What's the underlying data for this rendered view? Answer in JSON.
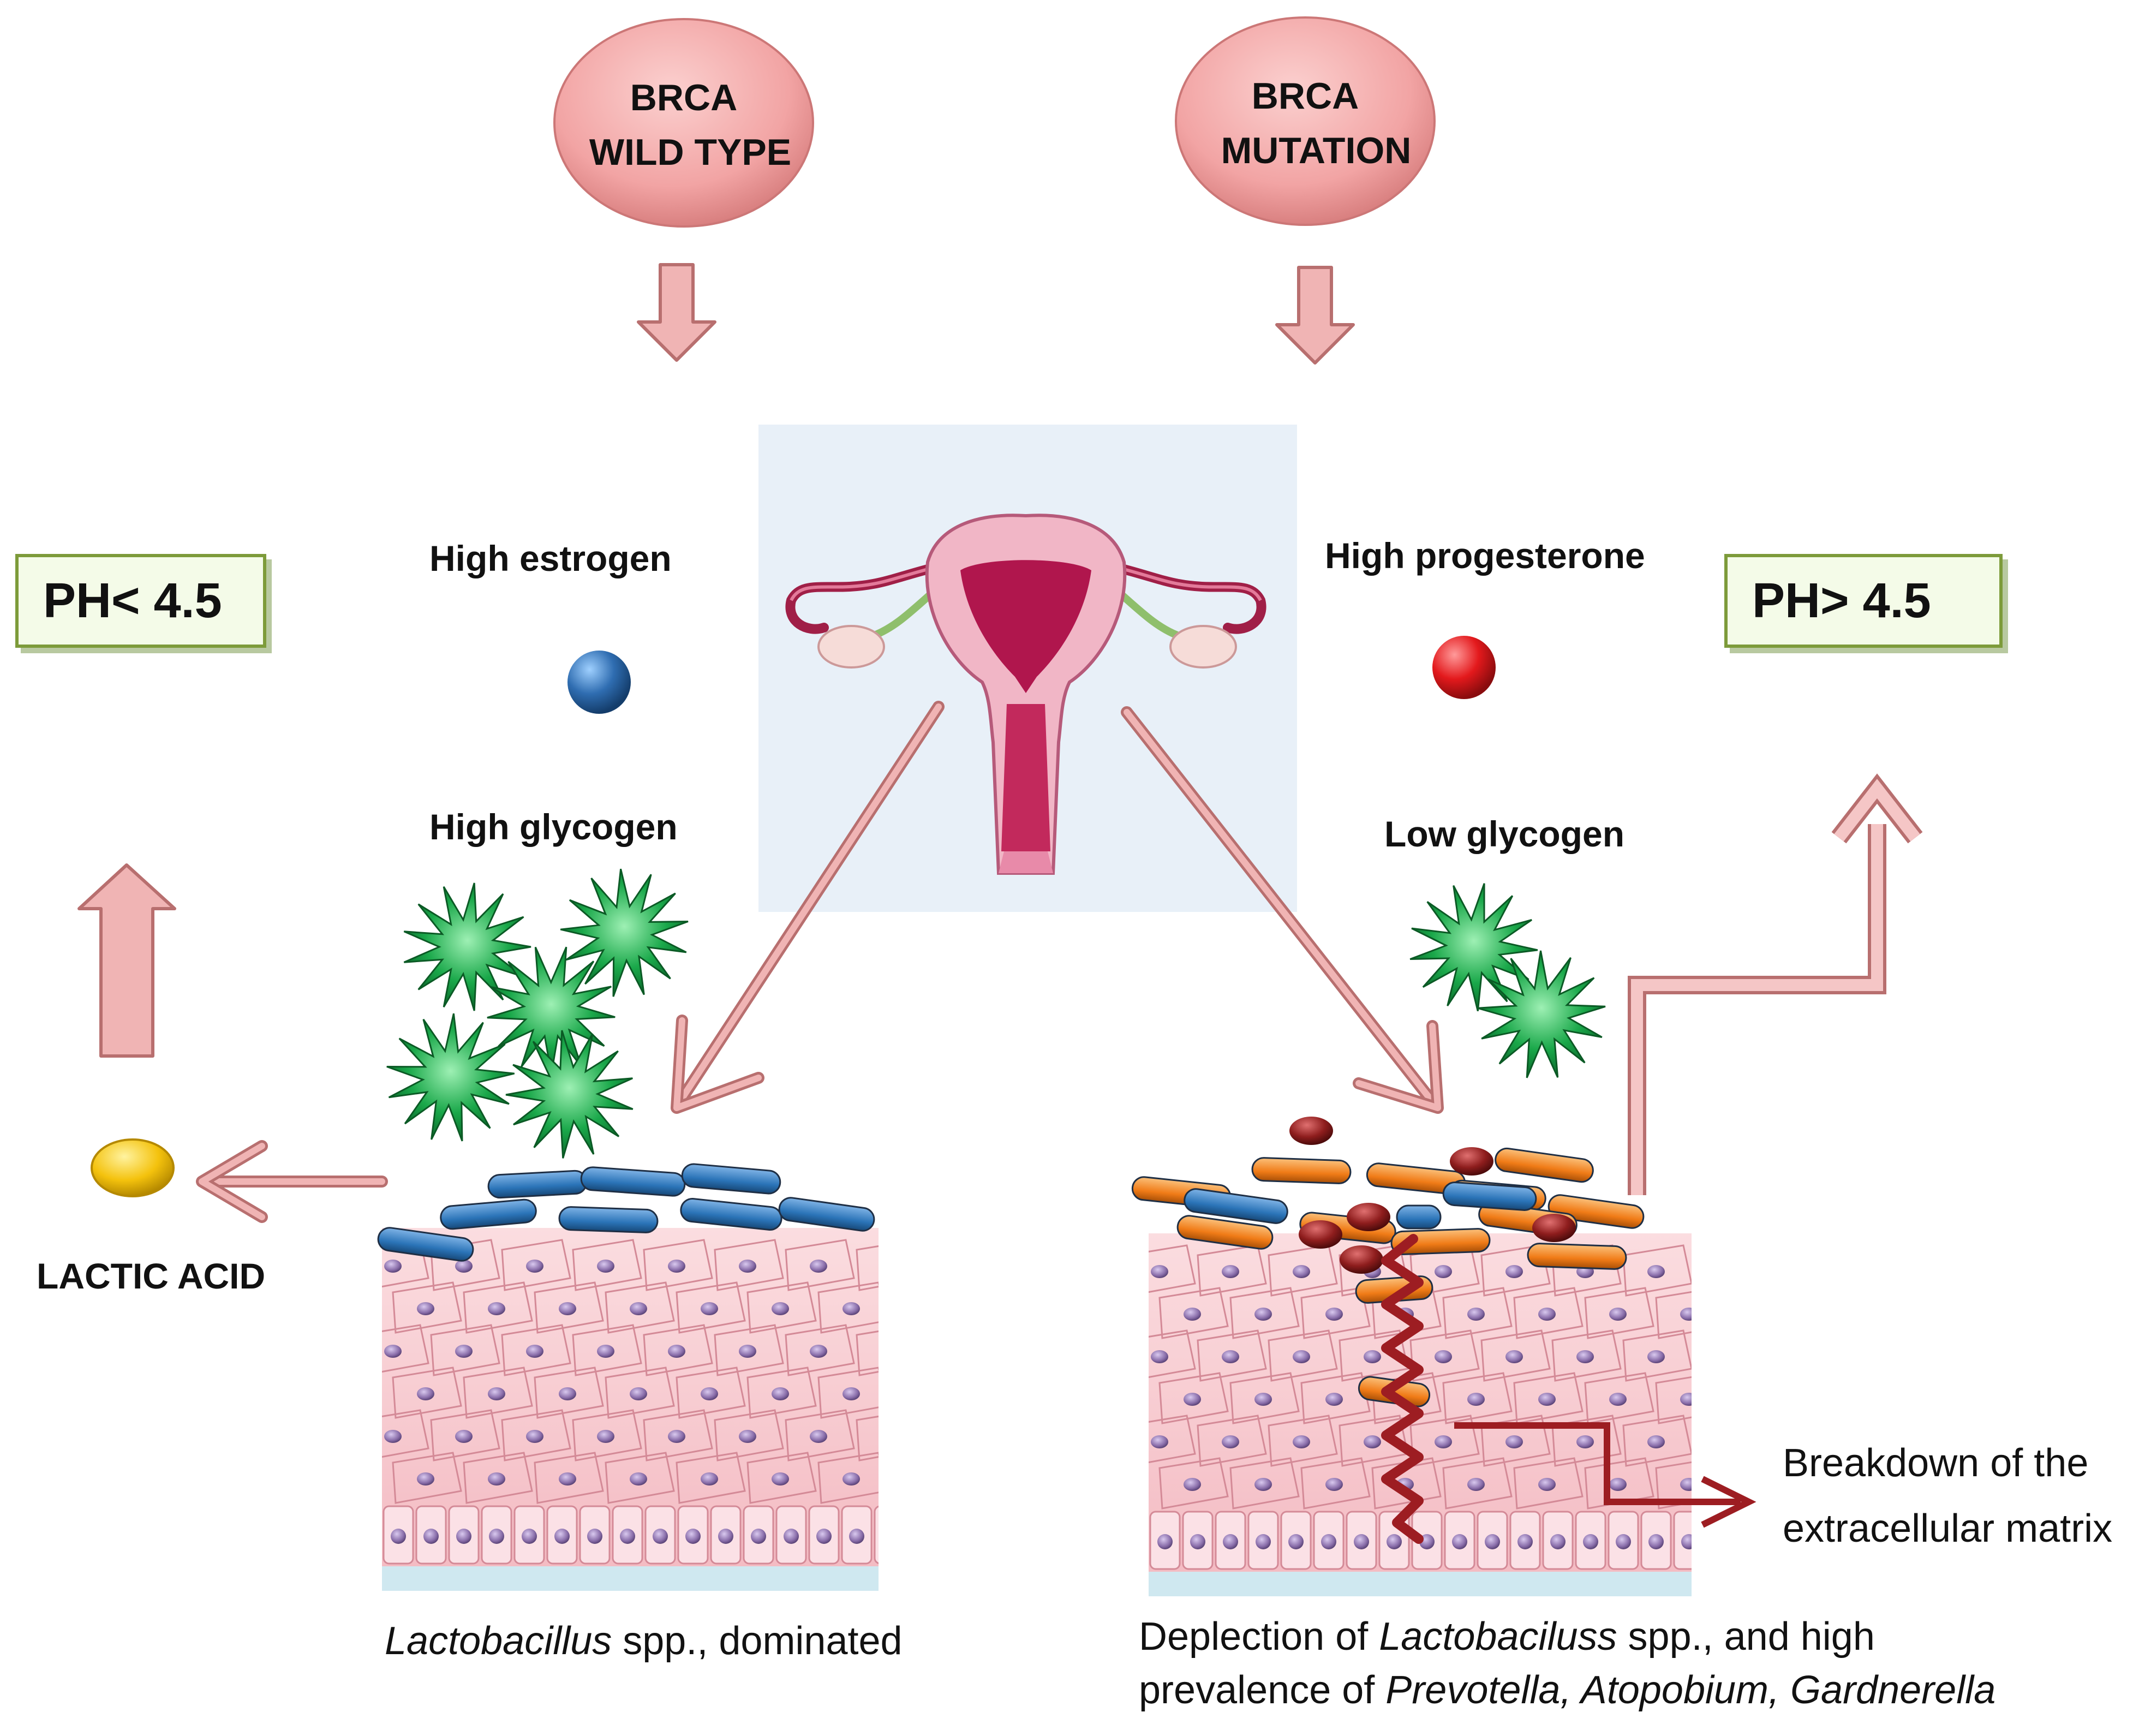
{
  "top_nodes": {
    "left": {
      "line1": "BRCA",
      "line2": "WILD TYPE"
    },
    "right": {
      "line1": "BRCA",
      "line2": "MUTATION"
    }
  },
  "hormones": {
    "left": "High estrogen",
    "right": "High progesterone"
  },
  "glycogen": {
    "left": "High glycogen",
    "right": "Low glycogen"
  },
  "ph": {
    "left": "PH< 4.5",
    "right": "PH> 4.5"
  },
  "lactic_acid": "LACTIC ACID",
  "breakdown": {
    "line1": "Breakdown of the",
    "line2": "extracellular matrix"
  },
  "captions": {
    "left_italic": "Lactobacillus",
    "left_rest": " spp., dominated",
    "right_line1_a": "Deplection of ",
    "right_line1_italic": "Lactobaciluss",
    "right_line1_b": " spp., and high",
    "right_line2_a": "prevalence of ",
    "right_line2_italic": "Prevotella, Atopobium, Gardnerella"
  },
  "colors": {
    "node_fill": "#f2a4a4",
    "arrow_fill": "#f0b4b4",
    "arrow_stroke": "#b86f6f",
    "estrogen_dot": "#2f6db1",
    "progesterone_dot": "#e3191c",
    "glycogen": "#1aa84a",
    "lactobacillus": "#2b74b8",
    "pathogen_orange": "#f07b17",
    "pathogen_red": "#8e1d1d",
    "tissue": "#f7c9cf",
    "nucleus": "#8a6eaa",
    "ecm_break": "#9d1d22",
    "lactic_acid": "#f4c20d"
  }
}
